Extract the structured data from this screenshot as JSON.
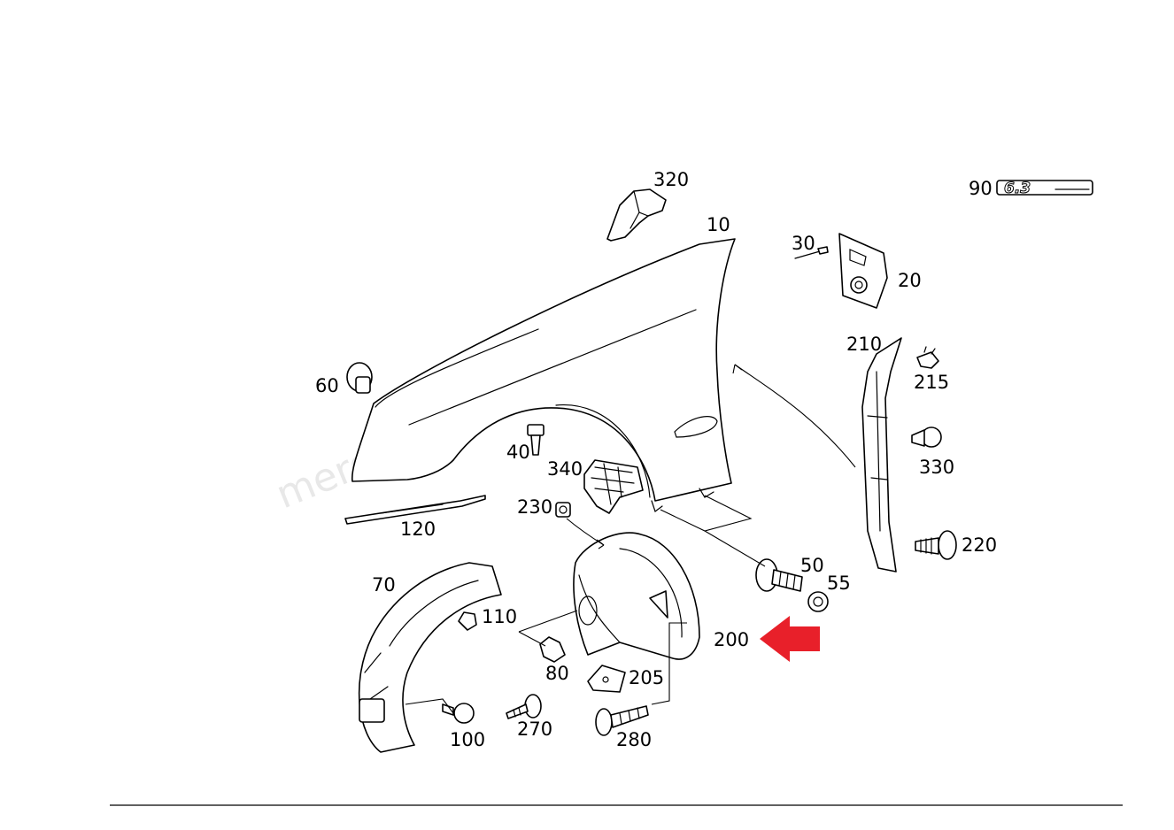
{
  "diagram": {
    "callouts": {
      "c10": "10",
      "c20": "20",
      "c30": "30",
      "c40": "40",
      "c50": "50",
      "c55": "55",
      "c60": "60",
      "c70": "70",
      "c80": "80",
      "c90": "90",
      "c100": "100",
      "c110": "110",
      "c120": "120",
      "c200": "200",
      "c205": "205",
      "c210": "210",
      "c215": "215",
      "c220": "220",
      "c230": "230",
      "c270": "270",
      "c280": "280",
      "c320": "320",
      "c330": "330",
      "c340": "340"
    },
    "badge_text": "6.3",
    "watermark": "mercedes-benz-parts",
    "highlight_color": "#e8202a"
  }
}
